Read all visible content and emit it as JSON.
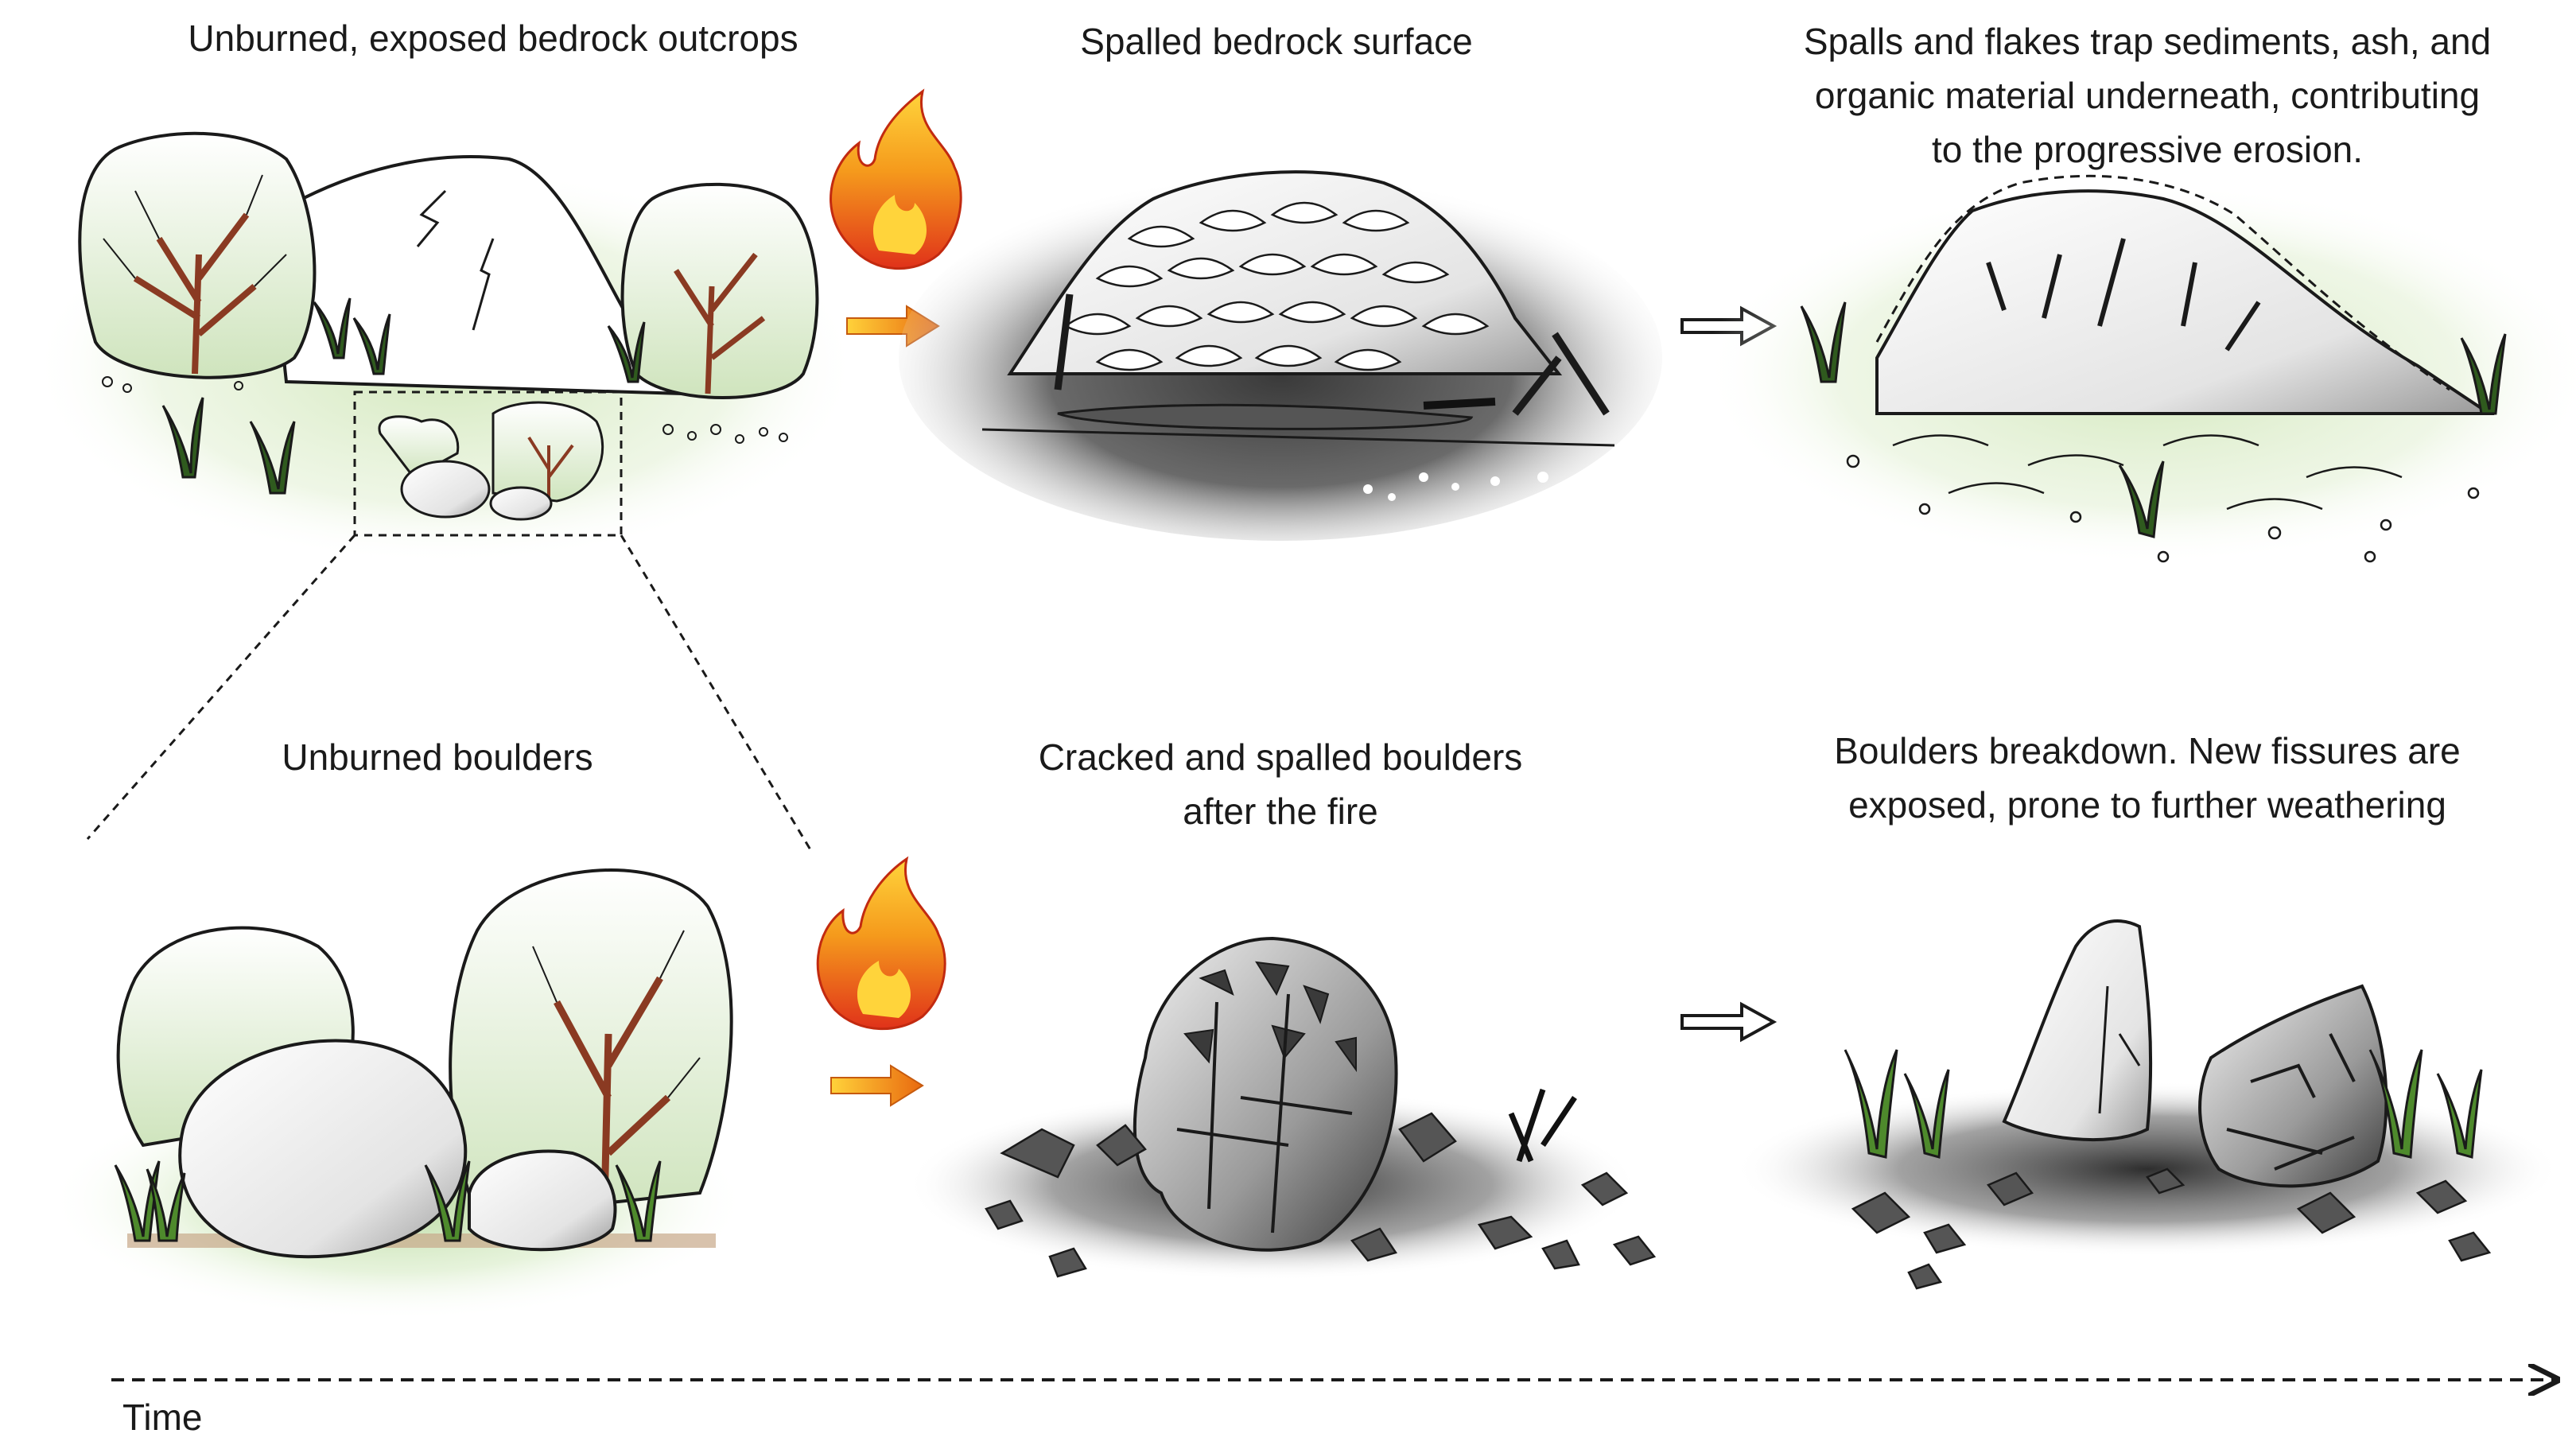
{
  "panels": {
    "outcrop_unburned": {
      "lines": [
        "Unburned, exposed bedrock outcrops"
      ]
    },
    "outcrop_spalled": {
      "lines": [
        "Spalled bedrock surface"
      ]
    },
    "outcrop_eroded": {
      "lines": [
        "Spalls and flakes trap sediments, ash, and",
        "organic material underneath, contributing",
        "to the progressive erosion."
      ]
    },
    "boulders_unburned": {
      "lines": [
        "Unburned boulders"
      ]
    },
    "boulders_cracked": {
      "lines": [
        "Cracked and spalled boulders",
        "after the fire"
      ]
    },
    "boulders_breakdown": {
      "lines": [
        "Boulders breakdown. New fissures are",
        "exposed, prone to further weathering"
      ]
    }
  },
  "time_axis": {
    "label": "Time"
  },
  "icons": [
    "fire-icon",
    "hollow-arrow-icon",
    "orange-arrow-icon",
    "tree-icon",
    "grass-icon",
    "rock-icon"
  ],
  "colors": {
    "vegetation": "#d9ecc8",
    "ash": "#5a5a5a",
    "flame_outer": "#f29a1a",
    "flame_inner": "#ffd23a",
    "arrow_orange": "#ef8a10",
    "trunk": "#8a3a22"
  }
}
